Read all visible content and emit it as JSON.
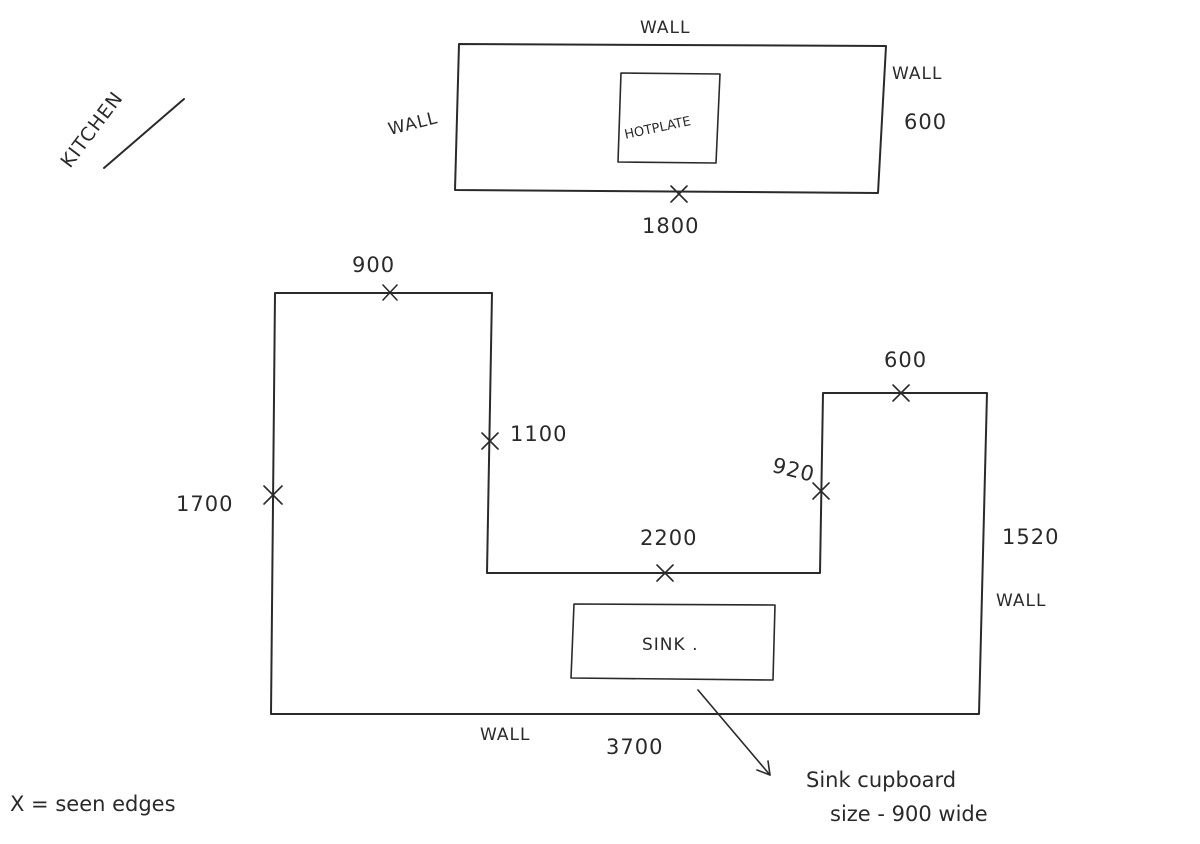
{
  "title": "KITCHEN",
  "top_bench": {
    "wall_top": "WALL",
    "wall_left": "WALL",
    "wall_right": "WALL",
    "depth": "600",
    "length": "1800",
    "hotplate": "HOTPLATE"
  },
  "u_bench": {
    "left_top_width": "900",
    "left_inner_length": "1100",
    "left_outer_length": "1700",
    "back_inner_length": "2200",
    "right_top_width": "600",
    "right_inner_length": "920",
    "right_outer_length": "1520",
    "wall_right": "WALL",
    "wall_bottom": "WALL",
    "back_length": "3700",
    "sink": "SINK ."
  },
  "notes": {
    "sink_cupboard_line1": "Sink cupboard",
    "sink_cupboard_line2": "size - 900 wide",
    "legend": "X = seen edges"
  },
  "icons": {
    "seen_edge": "x-mark-icon",
    "pointer": "arrow-icon"
  }
}
